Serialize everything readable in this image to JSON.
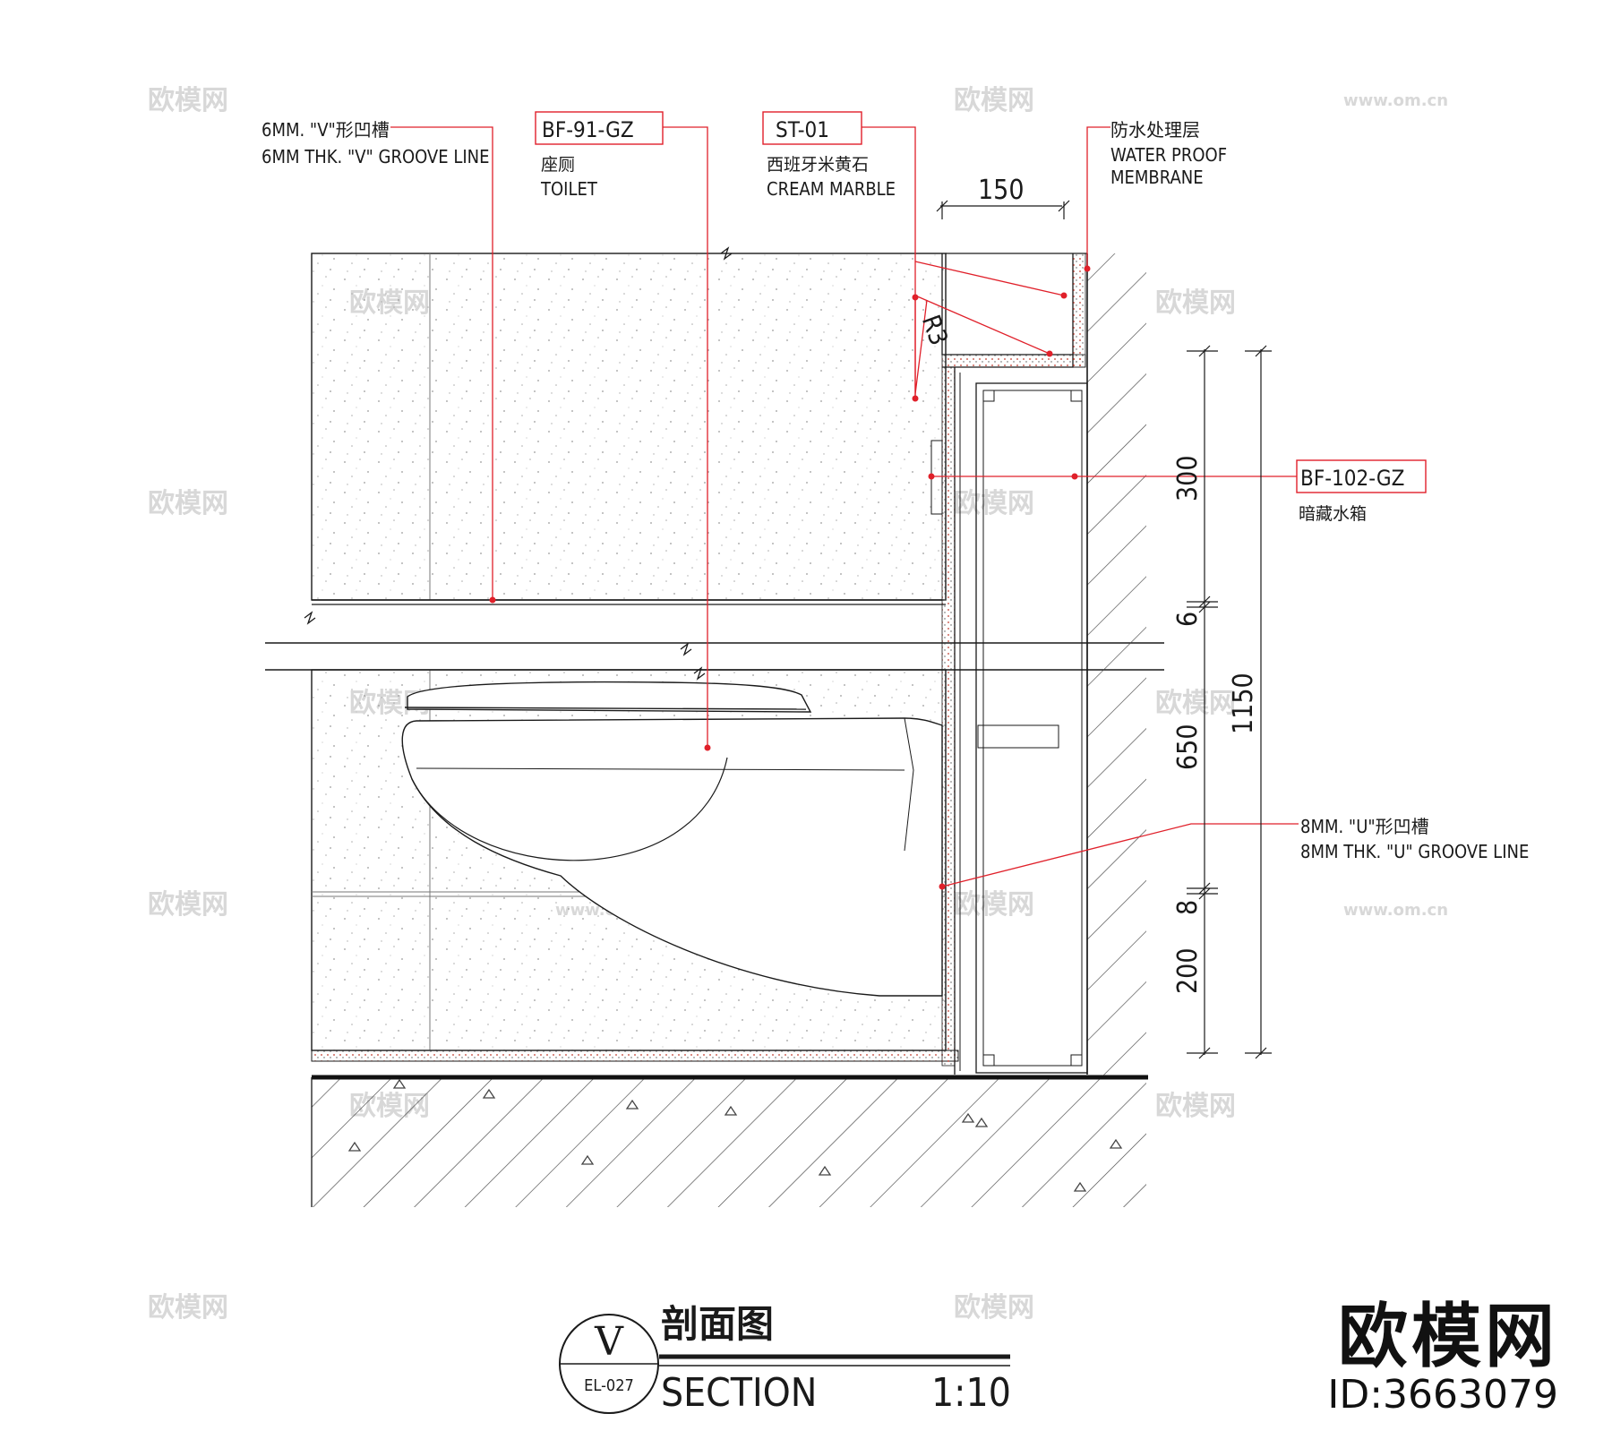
{
  "colors": {
    "line": "#1a1a1a",
    "leader": "#e0202a",
    "hatch": "#444444",
    "finish": "#c0392b",
    "watermark": "#d4d4d4"
  },
  "callouts": {
    "v_groove": {
      "cn": "6MM. \"V\"形凹槽",
      "en": "6MM THK. \"V\" GROOVE LINE"
    },
    "toilet": {
      "code": "BF-91-GZ",
      "cn": "座厕",
      "en": "TOILET"
    },
    "marble": {
      "code": "ST-01",
      "cn": "西班牙米黄石",
      "en": "CREAM MARBLE"
    },
    "membrane": {
      "cn": "防水处理层",
      "en1": "WATER PROOF",
      "en2": "MEMBRANE"
    },
    "cistern": {
      "code": "BF-102-GZ",
      "cn": "暗藏水箱"
    },
    "u_groove": {
      "cn": "8MM. \"U\"形凹槽",
      "en": "8MM THK. \"U\" GROOVE LINE"
    }
  },
  "dimensions": {
    "top_width": "150",
    "radius": "R3",
    "d300": "300",
    "d6": "6",
    "d650": "650",
    "d8": "8",
    "d200": "200",
    "d1150": "1150"
  },
  "title": {
    "symbol_letter": "V",
    "sheet": "EL-027",
    "cn": "剖面图",
    "en": "SECTION",
    "scale": "1:10"
  },
  "watermark": {
    "cn": "欧模网",
    "url": "www.om.cn"
  },
  "stamp": {
    "logo": "欧模网",
    "id": "ID:3663079"
  },
  "icons": [
    "section-symbol-icon",
    "break-line-icon",
    "hatch-pattern-icon"
  ]
}
